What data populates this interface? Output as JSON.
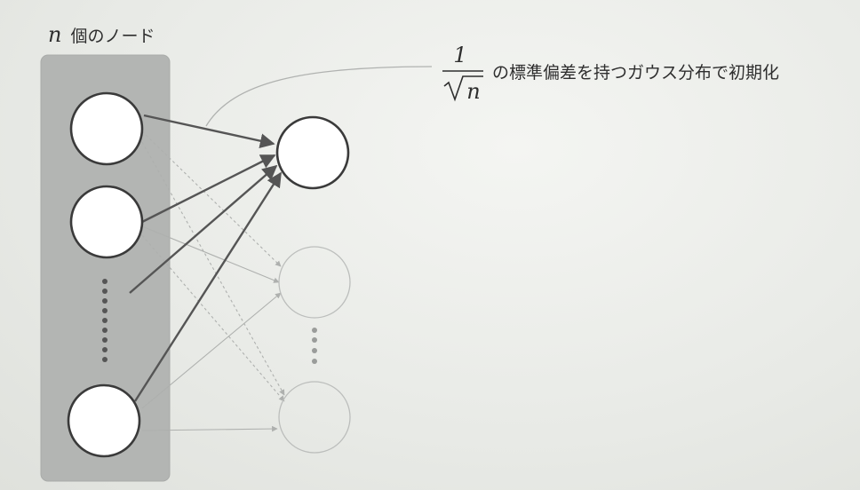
{
  "input_label": {
    "var": "n",
    "text": "個のノード"
  },
  "annotation": {
    "numerator": "1",
    "denominator": "n",
    "text": "の標準偏差を持つガウス分布で初期化"
  },
  "colors": {
    "panel": "#b3b5b3",
    "panel_border": "#a9aba9",
    "node_fill": "#ffffff",
    "node_stroke": "#3a3a3a",
    "faded_stroke": "#b8bab8",
    "arrow_dark": "#555555",
    "arrow_faded": "#aeb0ae",
    "dot": "#555555",
    "dot_faded": "#9a9c9a",
    "text": "#2e2e2e"
  }
}
